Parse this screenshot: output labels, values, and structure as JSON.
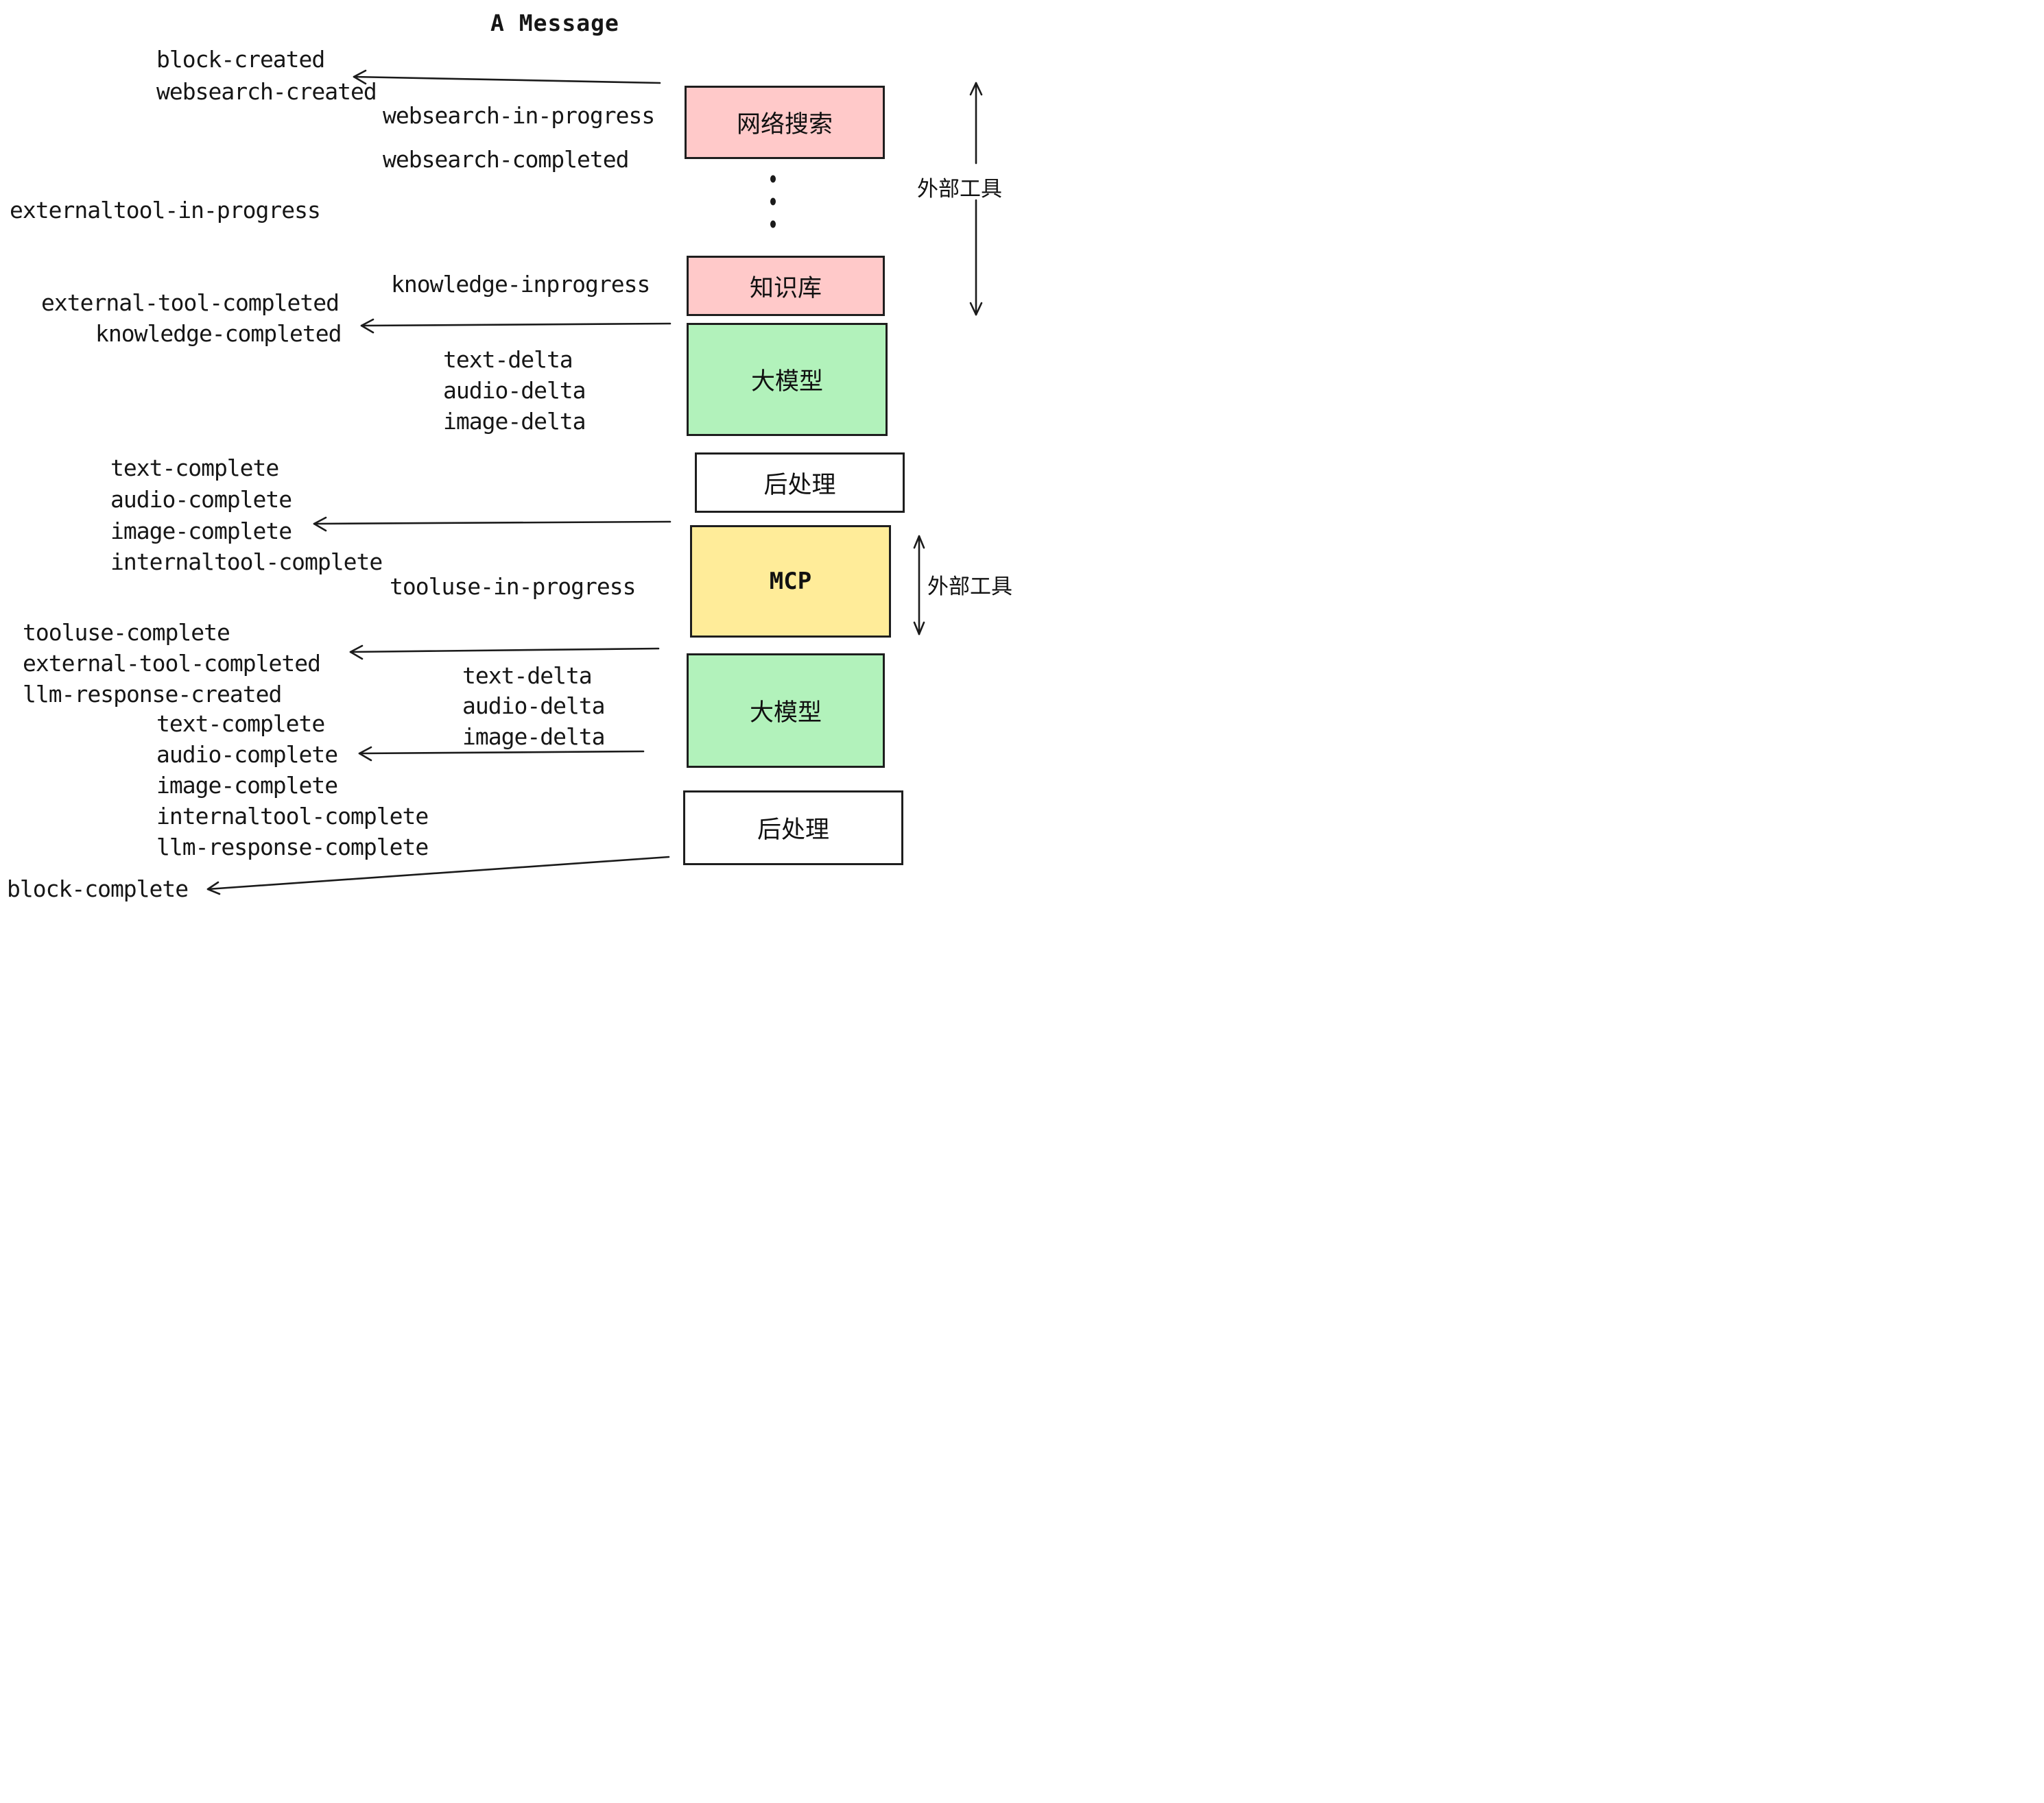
{
  "title": "A Message",
  "colors": {
    "box_pink": "#ffc9c9",
    "box_green": "#b2f2bb",
    "box_yellow": "#ffec99",
    "box_white": "#ffffff",
    "stroke": "#1e1e1e",
    "line": "#1b1b1b"
  },
  "boxes": {
    "websearch": {
      "label": "网络搜索"
    },
    "knowledge": {
      "label": "知识库"
    },
    "llm_top": {
      "label": "大模型"
    },
    "post_top": {
      "label": "后处理"
    },
    "mcp": {
      "label": "MCP"
    },
    "llm_bottom": {
      "label": "大模型"
    },
    "post_bottom": {
      "label": "后处理"
    }
  },
  "side_labels": {
    "external_tools_top": "外部工具",
    "external_tools_bottom": "外部工具"
  },
  "events": {
    "block_created": "block-created",
    "websearch_created": "websearch-created",
    "websearch_in_progress": "websearch-in-progress",
    "websearch_completed": "websearch-completed",
    "externaltool_in_progress": "externaltool-in-progress",
    "knowledge_inprogress": "knowledge-inprogress",
    "external_tool_completed": "external-tool-completed",
    "knowledge_completed": "knowledge-completed",
    "text_delta": "text-delta",
    "audio_delta": "audio-delta",
    "image_delta": "image-delta",
    "text_complete": "text-complete",
    "audio_complete": "audio-complete",
    "image_complete": "image-complete",
    "internaltool_complete": "internaltool-complete",
    "tooluse_in_progress": "tooluse-in-progress",
    "tooluse_complete": "tooluse-complete",
    "llm_response_created": "llm-response-created",
    "llm_response_complete": "llm-response-complete",
    "block_complete": "block-complete"
  }
}
